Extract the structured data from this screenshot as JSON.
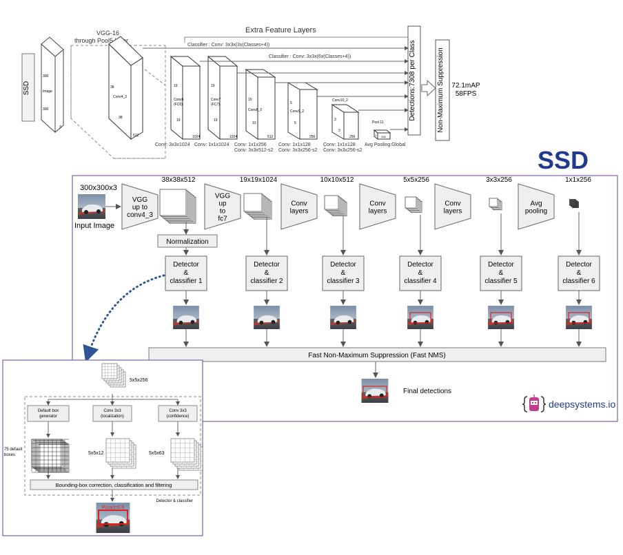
{
  "top_diagram": {
    "side_label": "SSD",
    "vgg_title_1": "VGG-16",
    "vgg_title_2": "through Pool5 layer",
    "extra_title": "Extra Feature Layers",
    "classifier_1": "Classifier : Conv: 3x3x(3x(Classes+4))",
    "classifier_2": "Classifier : Conv: 3x3x(6x(Classes+4))",
    "input_label_1": "300",
    "input_label_2": "Image",
    "input_label_3": "300",
    "input_label_4": "3",
    "conv4_size_1": "38",
    "conv4_name": "Conv4_3",
    "conv4_size_2": "38",
    "conv4_depth": "512",
    "conv6_size_1": "19",
    "conv6_name_1": "Conv6",
    "conv6_name_2": "(FC6)",
    "conv6_size_2": "19",
    "conv6_depth": "1024",
    "conv7_size_1": "19",
    "conv7_name_1": "Conv7",
    "conv7_name_2": "(FC7)",
    "conv7_size_2": "19",
    "conv7_depth": "1024",
    "conv8_size_1": "10",
    "conv8_name": "Conv8_2",
    "conv8_size_2": "10",
    "conv8_depth": "512",
    "conv9_size_1": "5",
    "conv9_name": "Conv9_2",
    "conv9_size_2": "5",
    "conv9_depth": "256",
    "conv10_name": "Conv10_2",
    "conv10_size_1": "3",
    "conv10_size_2": "3",
    "conv10_depth": "256",
    "pool11_name": "Pool 11",
    "pool11_size": "1",
    "pool11_depth": "256",
    "b1": "Conv: 3x3x1024",
    "b2": "Conv: 1x1x1024",
    "b3a": "Conv: 1x1x256",
    "b3b": "Conv: 3x3x512-s2",
    "b4a": "Conv: 1x1x128",
    "b4b": "Conv: 3x3x256-s2",
    "b5a": "Conv: 1x1x128",
    "b5b": "Conv: 3x3x256-s2",
    "b6": "Avg Pooling:Global",
    "detections": "Detections:7308 per Class",
    "nms": "Non-Maximum Suppression",
    "map": "72.1mAP",
    "fps": "58FPS"
  },
  "title": "SSD",
  "main": {
    "input_size": "300x300x3",
    "input_label": "Input Image",
    "sizes": [
      "38x38x512",
      "19x19x1024",
      "10x10x512",
      "5x5x256",
      "3x3x256",
      "1x1x256"
    ],
    "layers": [
      [
        "VGG",
        "up to",
        "conv4_3"
      ],
      [
        "VGG",
        "up",
        "to",
        "fc7"
      ],
      [
        "Conv",
        "layers"
      ],
      [
        "Conv",
        "layers"
      ],
      [
        "Conv",
        "layers"
      ],
      [
        "Avg",
        "pooling"
      ]
    ],
    "normalization": "Normalization",
    "detectors": [
      [
        "Detector",
        "&",
        "classifier 1"
      ],
      [
        "Detector",
        "&",
        "classifier 2"
      ],
      [
        "Detector",
        "&",
        "classifier 3"
      ],
      [
        "Detector",
        "&",
        "classifier 4"
      ],
      [
        "Detector",
        "&",
        "classifier 5"
      ],
      [
        "Detector",
        "&",
        "classifier 6"
      ]
    ],
    "nms": "Fast Non-Maximum Suppression (Fast NMS)",
    "final": "Final detections",
    "brand": "deepsystems.io"
  },
  "inset": {
    "top_size": "5x5x256",
    "box1_1": "Default box",
    "box1_2": "generator",
    "box2_1": "Conv 3x3",
    "box2_2": "(localization)",
    "box3_1": "Conv 3x3",
    "box3_2": "(confidence)",
    "default_1": "75 default",
    "default_2": "boxes",
    "loc_size": "5x5x12",
    "conf_size": "5x5x63",
    "bottom": "Bounding-box correction, classification and filtering",
    "caption": "Detector & classifier",
    "prob": "P(car)=0.6"
  },
  "colors": {
    "purple": "#7b5ea7",
    "title_blue": "#1f3b8f",
    "box_fill": "#efefef",
    "detection_red": "#e02020"
  }
}
